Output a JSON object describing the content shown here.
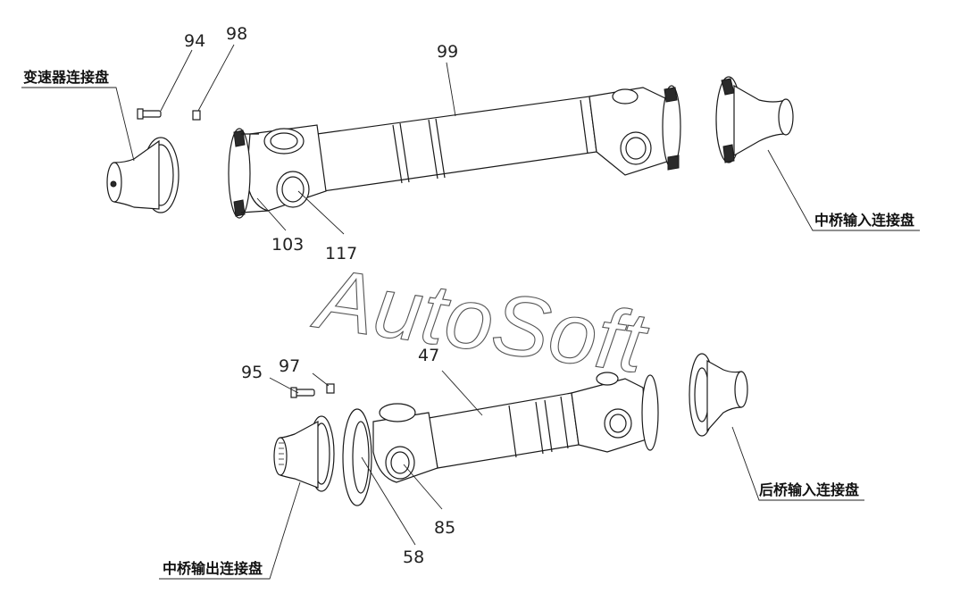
{
  "part_numbers": {
    "p94": "94",
    "p98": "98",
    "p99": "99",
    "p103": "103",
    "p117": "117",
    "p95": "95",
    "p97": "97",
    "p47": "47",
    "p85": "85",
    "p58": "58"
  },
  "labels": {
    "transmission_flange": "变速器连接盘",
    "mid_axle_input_flange": "中桥输入连接盘",
    "rear_axle_input_flange": "后桥输入连接盘",
    "mid_axle_output_flange": "中桥输出连接盘"
  },
  "watermark": "AutoSoft"
}
